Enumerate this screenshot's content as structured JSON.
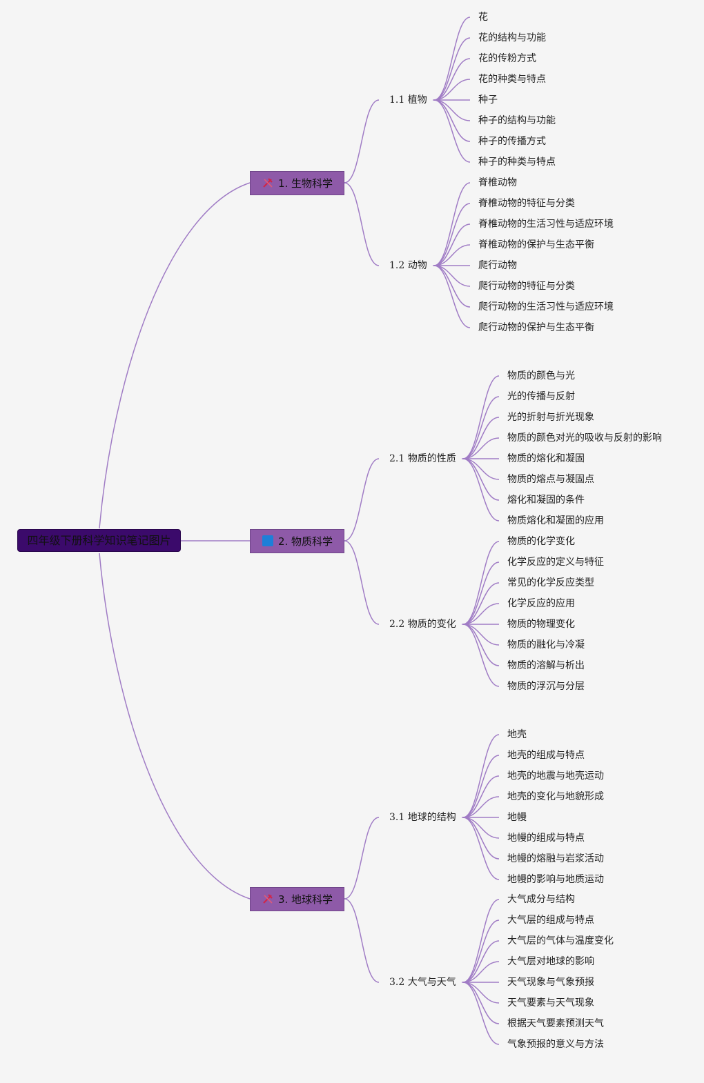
{
  "root": {
    "label": "四年级下册科学知识笔记图片"
  },
  "colors": {
    "background": "#f5f5f5",
    "connector": "#a07cc5",
    "root_fill": "#3b0a6b",
    "branch_fill": "#8e5aa8"
  },
  "branches": [
    {
      "label": "1. 生物科学",
      "icon": "tools-icon",
      "subs": [
        {
          "label": "1.1 植物",
          "leaves": [
            "花",
            "花的结构与功能",
            "花的传粉方式",
            "花的种类与特点",
            "种子",
            "种子的结构与功能",
            "种子的传播方式",
            "种子的种类与特点"
          ]
        },
        {
          "label": "1.2 动物",
          "leaves": [
            "脊椎动物",
            "脊椎动物的特征与分类",
            "脊椎动物的生活习性与适应环境",
            "脊椎动物的保护与生态平衡",
            "爬行动物",
            "爬行动物的特征与分类",
            "爬行动物的生活习性与适应环境",
            "爬行动物的保护与生态平衡"
          ]
        }
      ]
    },
    {
      "label": "2. 物质科学",
      "icon": "blue-square-icon",
      "subs": [
        {
          "label": "2.1 物质的性质",
          "leaves": [
            "物质的颜色与光",
            "光的传播与反射",
            "光的折射与折光现象",
            "物质的颜色对光的吸收与反射的影响",
            "物质的熔化和凝固",
            "物质的熔点与凝固点",
            "熔化和凝固的条件",
            "物质熔化和凝固的应用"
          ]
        },
        {
          "label": "2.2 物质的变化",
          "leaves": [
            "物质的化学变化",
            "化学反应的定义与特征",
            "常见的化学反应类型",
            "化学反应的应用",
            "物质的物理变化",
            "物质的融化与冷凝",
            "物质的溶解与析出",
            "物质的浮沉与分层"
          ]
        }
      ]
    },
    {
      "label": "3. 地球科学",
      "icon": "tools-icon",
      "subs": [
        {
          "label": "3.1 地球的结构",
          "leaves": [
            "地壳",
            "地壳的组成与特点",
            "地壳的地震与地壳运动",
            "地壳的变化与地貌形成",
            "地幔",
            "地幔的组成与特点",
            "地幔的熔融与岩浆活动",
            "地幔的影响与地质运动"
          ]
        },
        {
          "label": "3.2 大气与天气",
          "leaves": [
            "大气成分与结构",
            "大气层的组成与特点",
            "大气层的气体与温度变化",
            "大气层对地球的影响",
            "天气现象与气象预报",
            "天气要素与天气现象",
            "根据天气要素预测天气",
            "气象预报的意义与方法"
          ]
        }
      ]
    }
  ]
}
